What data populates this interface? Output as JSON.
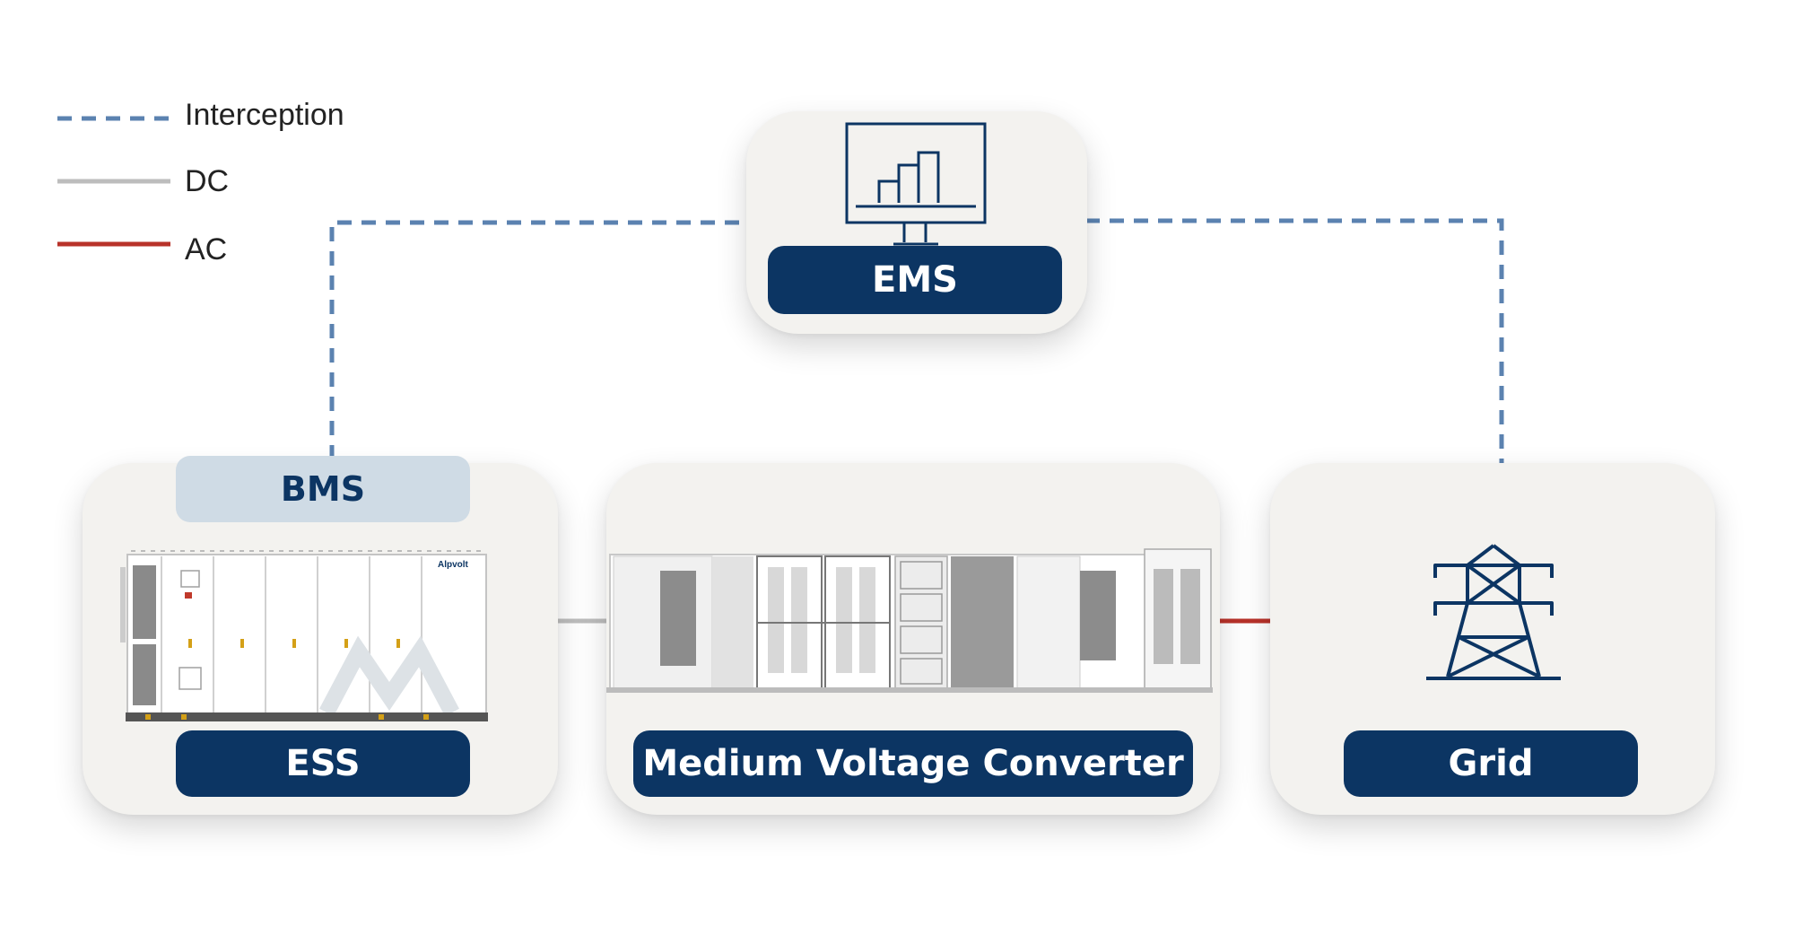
{
  "legend": {
    "interception_label": "Interception",
    "dc_label": "DC",
    "ac_label": "AC"
  },
  "colors": {
    "interception": "#5b82b0",
    "dc": "#bdbdbd",
    "ac": "#b8322a",
    "navy": "#0c3563",
    "card": "#f3f2ef",
    "bms_tab": "#cfdbe5"
  },
  "nodes": {
    "ems": {
      "label": "EMS",
      "icon": "monitor-chart-icon"
    },
    "bms": {
      "label": "BMS"
    },
    "ess": {
      "label": "ESS",
      "brand": "Alpvolt",
      "icon": "battery-container-image"
    },
    "mvc": {
      "label": "Medium Voltage Converter",
      "icon": "converter-container-image"
    },
    "grid": {
      "label": "Grid",
      "icon": "power-tower-icon"
    }
  }
}
